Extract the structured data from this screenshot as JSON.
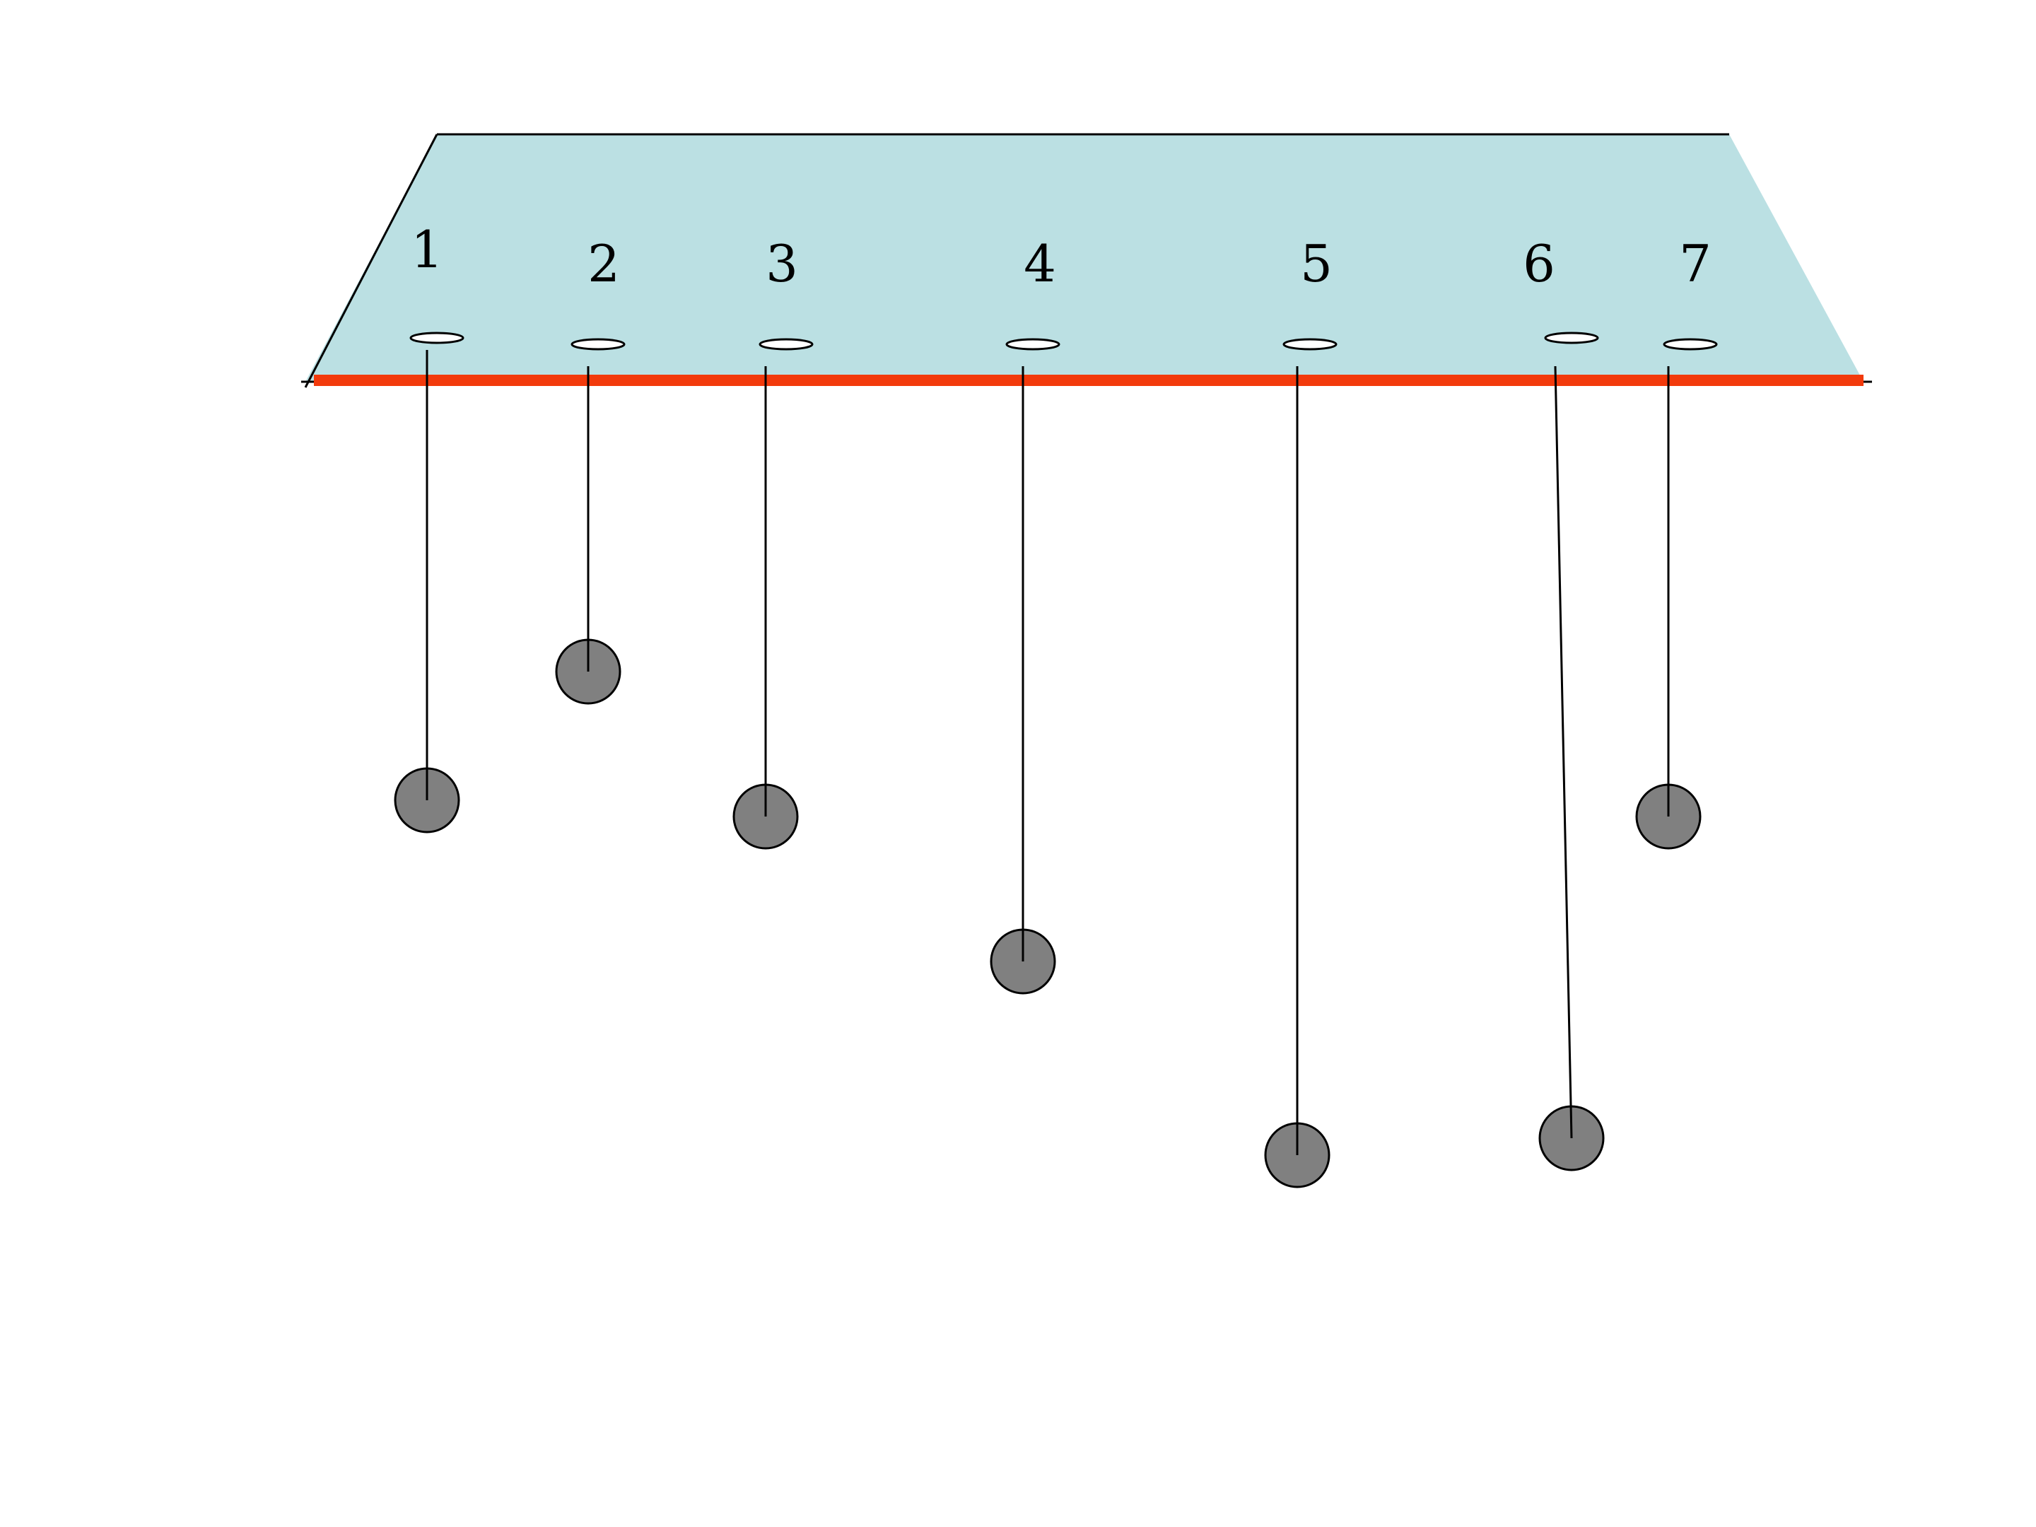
{
  "colors": {
    "support_fill": "#bbe0e3",
    "support_edge": "#000000",
    "bar": "#f23a0c",
    "bob_fill": "#808080",
    "bob_stroke": "#000000",
    "hole_fill": "#ffffff",
    "string": "#000000",
    "background": "#ffffff"
  },
  "pendulums": [
    {
      "label": "1"
    },
    {
      "label": "2"
    },
    {
      "label": "3"
    },
    {
      "label": "4"
    },
    {
      "label": "5"
    },
    {
      "label": "6"
    },
    {
      "label": "7"
    }
  ]
}
